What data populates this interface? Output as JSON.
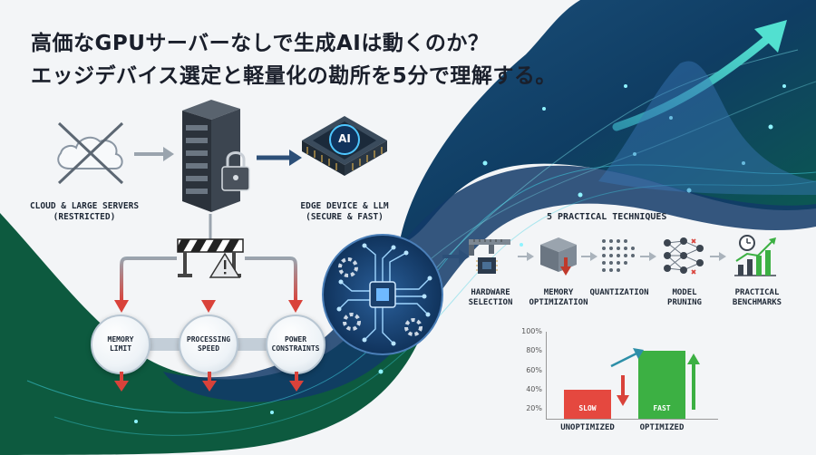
{
  "headline": {
    "line1": "高価なGPUサーバーなしで生成AIは動くのか？",
    "line2": "エッジデバイス選定と軽量化の勘所を5分で理解する。"
  },
  "left": {
    "cloud_caption_1": "CLOUD & LARGE SERVERS",
    "cloud_caption_2": "(RESTRICTED)",
    "edge_caption_1": "EDGE DEVICE & LLM",
    "edge_caption_2": "(SECURE & FAST)",
    "chip_label": "AI",
    "constraints": [
      {
        "line1": "MEMORY",
        "line2": "LIMIT"
      },
      {
        "line1": "PROCESSING",
        "line2": "SPEED"
      },
      {
        "line1": "POWER",
        "line2": "CONSTRAINTS"
      }
    ]
  },
  "techniques": {
    "title": "5 PRACTICAL TECHNIQUES",
    "items": [
      {
        "line1": "HARDWARE",
        "line2": "SELECTION",
        "icon": "caliper-chip-icon"
      },
      {
        "line1": "MEMORY",
        "line2": "OPTIMIZATION",
        "icon": "box-compress-icon"
      },
      {
        "line1": "QUANTIZATION",
        "line2": "",
        "icon": "dot-grid-icon"
      },
      {
        "line1": "MODEL",
        "line2": "PRUNING",
        "icon": "neural-net-icon"
      },
      {
        "line1": "PRACTICAL",
        "line2": "BENCHMARKS",
        "icon": "benchmark-chart-icon"
      }
    ]
  },
  "chart_data": {
    "type": "bar",
    "categories": [
      "UNOPTIMIZED",
      "OPTIMIZED"
    ],
    "values": [
      40,
      80
    ],
    "bar_labels": [
      "SLOW",
      "FAST"
    ],
    "yticks": [
      "20%",
      "40%",
      "60%",
      "80%",
      "100%"
    ],
    "ylim": [
      10,
      100
    ],
    "colors": {
      "slow": "#e5483f",
      "fast": "#3cb043"
    }
  },
  "colors": {
    "dark_green": "#0c4a3e",
    "navy": "#123a68",
    "teal": "#28c7c0",
    "red_arrow": "#d9423a"
  }
}
